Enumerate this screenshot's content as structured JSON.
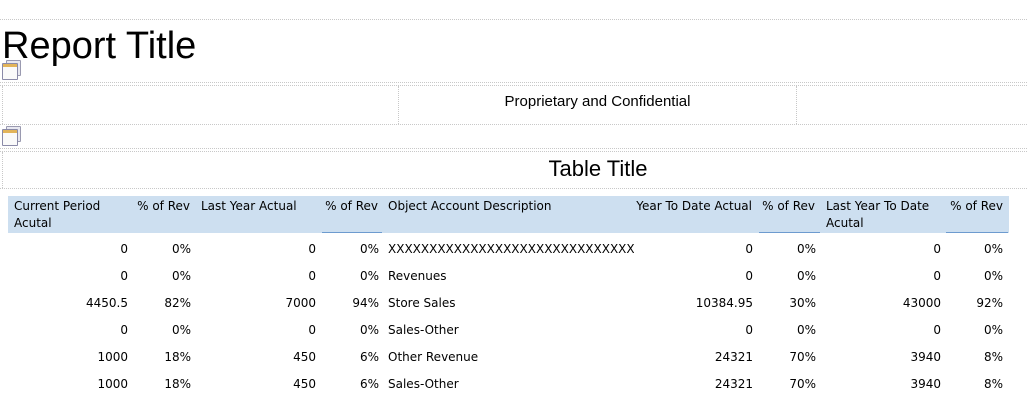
{
  "report": {
    "title": "Report Title",
    "confidential": "Proprietary and Confidential",
    "table_title": "Table Title"
  },
  "table": {
    "headers": [
      "Current Period Acutal",
      "% of Rev",
      "Last Year Actual",
      "% of Rev",
      "Object Account Description",
      "Year To Date Actual",
      "% of Rev",
      "Last Year To Date Acutal",
      "% of Rev"
    ],
    "rows": [
      [
        "0",
        "0%",
        "0",
        "0%",
        "XXXXXXXXXXXXXXXXXXXXXXXXXXXXXX",
        "0",
        "0%",
        "0",
        "0%"
      ],
      [
        "0",
        "0%",
        "0",
        "0%",
        "Revenues",
        "0",
        "0%",
        "0",
        "0%"
      ],
      [
        "4450.5",
        "82%",
        "7000",
        "94%",
        "Store Sales",
        "10384.95",
        "30%",
        "43000",
        "92%"
      ],
      [
        "0",
        "0%",
        "0",
        "0%",
        "Sales-Other",
        "0",
        "0%",
        "0",
        "0%"
      ],
      [
        "1000",
        "18%",
        "450",
        "6%",
        "Other Revenue",
        "24321",
        "70%",
        "3940",
        "8%"
      ],
      [
        "1000",
        "18%",
        "450",
        "6%",
        "Sales-Other",
        "24321",
        "70%",
        "3940",
        "8%"
      ]
    ]
  }
}
